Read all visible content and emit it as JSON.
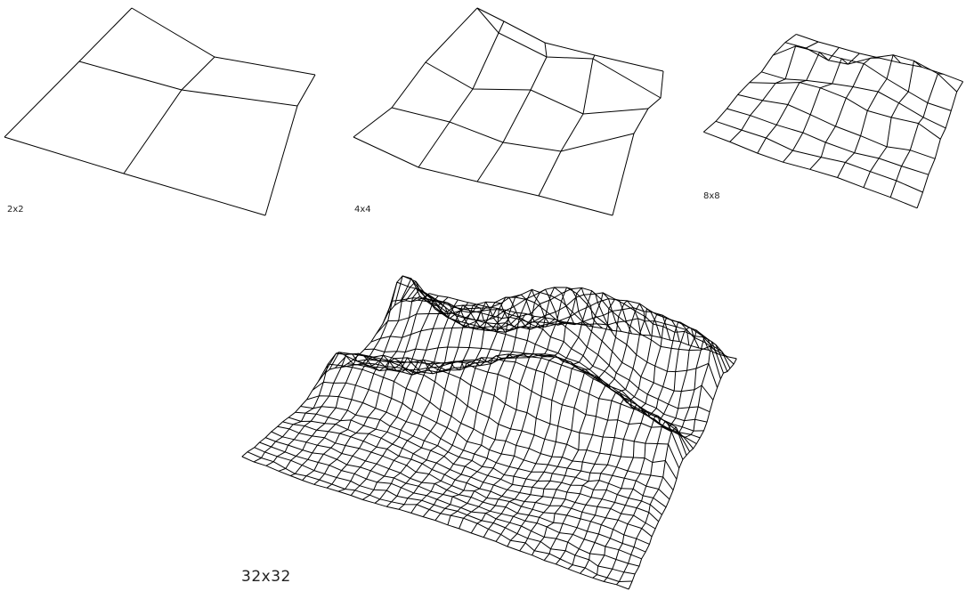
{
  "figure": {
    "line_color": "#000000",
    "background": "#ffffff",
    "panels": [
      {
        "id": "2x2",
        "label": "2x2",
        "resolution": 2
      },
      {
        "id": "4x4",
        "label": "4x4",
        "resolution": 4
      },
      {
        "id": "8x8",
        "label": "8x8",
        "resolution": 8
      },
      {
        "id": "32x32",
        "label": "32x32",
        "resolution": 32
      }
    ]
  }
}
